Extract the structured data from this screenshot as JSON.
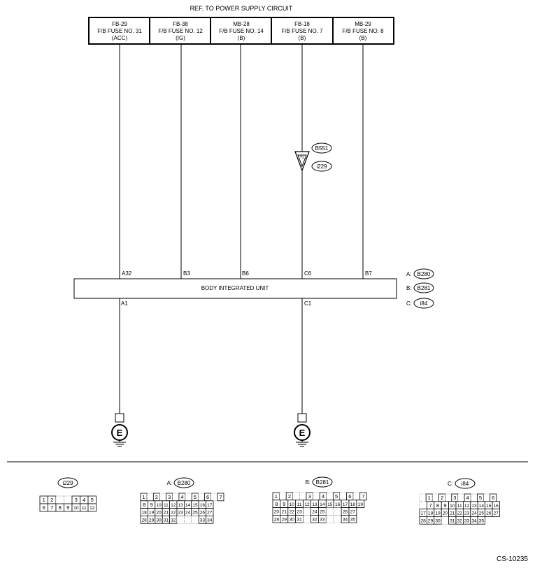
{
  "header": {
    "title": "REF. TO POWER SUPPLY CIRCUIT"
  },
  "fuses": [
    {
      "code": "FB-29",
      "name": "F/B FUSE NO. 31",
      "sub": "(ACC)"
    },
    {
      "code": "FB-38",
      "name": "F/B FUSE NO. 12",
      "sub": "(IG)"
    },
    {
      "code": "MB-28",
      "name": "F/B FUSE NO. 14",
      "sub": "(B)"
    },
    {
      "code": "FB-18",
      "name": "F/B FUSE NO. 7",
      "sub": "(B)"
    },
    {
      "code": "MB-29",
      "name": "F/B FUSE NO. 8",
      "sub": "(B)"
    }
  ],
  "inline_connector": {
    "a": "B551",
    "b": "i229",
    "pin": "3"
  },
  "unit": {
    "label": "BODY INTEGRATED UNIT",
    "top_pins": [
      "A32",
      "B3",
      "B6",
      "C6",
      "B7"
    ],
    "bottom_pins": [
      "A1",
      "C1"
    ]
  },
  "connector_key": [
    {
      "prefix": "A:",
      "code": "B280"
    },
    {
      "prefix": "B:",
      "code": "B281"
    },
    {
      "prefix": "C:",
      "code": "i84"
    }
  ],
  "ground_symbol": "E",
  "connectors": [
    {
      "prefix": "",
      "code": "i229",
      "rows": [
        [
          "1",
          "2",
          "",
          "",
          "3",
          "4",
          "5"
        ],
        [
          "6",
          "7",
          "8",
          "9",
          "10",
          "11",
          "12"
        ]
      ]
    },
    {
      "prefix": "A:",
      "code": "B280",
      "rows": [
        [
          "1",
          "",
          "2",
          "",
          "3",
          "",
          "4",
          "",
          "5",
          "",
          "6",
          "",
          "7"
        ],
        [
          "8",
          "9",
          "10",
          "11",
          "12",
          "13",
          "14",
          "15",
          "16",
          "17"
        ],
        [
          "18",
          "19",
          "20",
          "21",
          "22",
          "23",
          "24",
          "25",
          "26",
          "27"
        ],
        [
          "28",
          "29",
          "30",
          "31",
          "32",
          "",
          "",
          "",
          "33",
          "34"
        ]
      ]
    },
    {
      "prefix": "B:",
      "code": "B281",
      "rows": [
        [
          "1",
          "",
          "2",
          "",
          "",
          "3",
          "",
          "4",
          "",
          "5",
          "",
          "6",
          "",
          "7"
        ],
        [
          "8",
          "9",
          "10",
          "11",
          "12",
          "13",
          "14",
          "15",
          "16",
          "17",
          "18",
          "19"
        ],
        [
          "20",
          "21",
          "22",
          "23",
          "",
          "24",
          "25",
          "",
          "",
          "26",
          "27"
        ],
        [
          "28",
          "29",
          "30",
          "31",
          "",
          "32",
          "33",
          "",
          "",
          "34",
          "35"
        ]
      ]
    },
    {
      "prefix": "C:",
      "code": "i84",
      "rows": [
        [
          "",
          "1",
          "",
          "2",
          "",
          "3",
          "",
          "4",
          "",
          "5",
          "",
          "6"
        ],
        [
          "",
          "7",
          "8",
          "9",
          "10",
          "11",
          "12",
          "13",
          "14",
          "15",
          "16"
        ],
        [
          "17",
          "18",
          "19",
          "20",
          "21",
          "22",
          "23",
          "24",
          "25",
          "26",
          "27"
        ],
        [
          "28",
          "29",
          "30",
          "",
          "31",
          "32",
          "33",
          "34",
          "35"
        ]
      ]
    }
  ],
  "footer": {
    "code": "CS-10235"
  }
}
